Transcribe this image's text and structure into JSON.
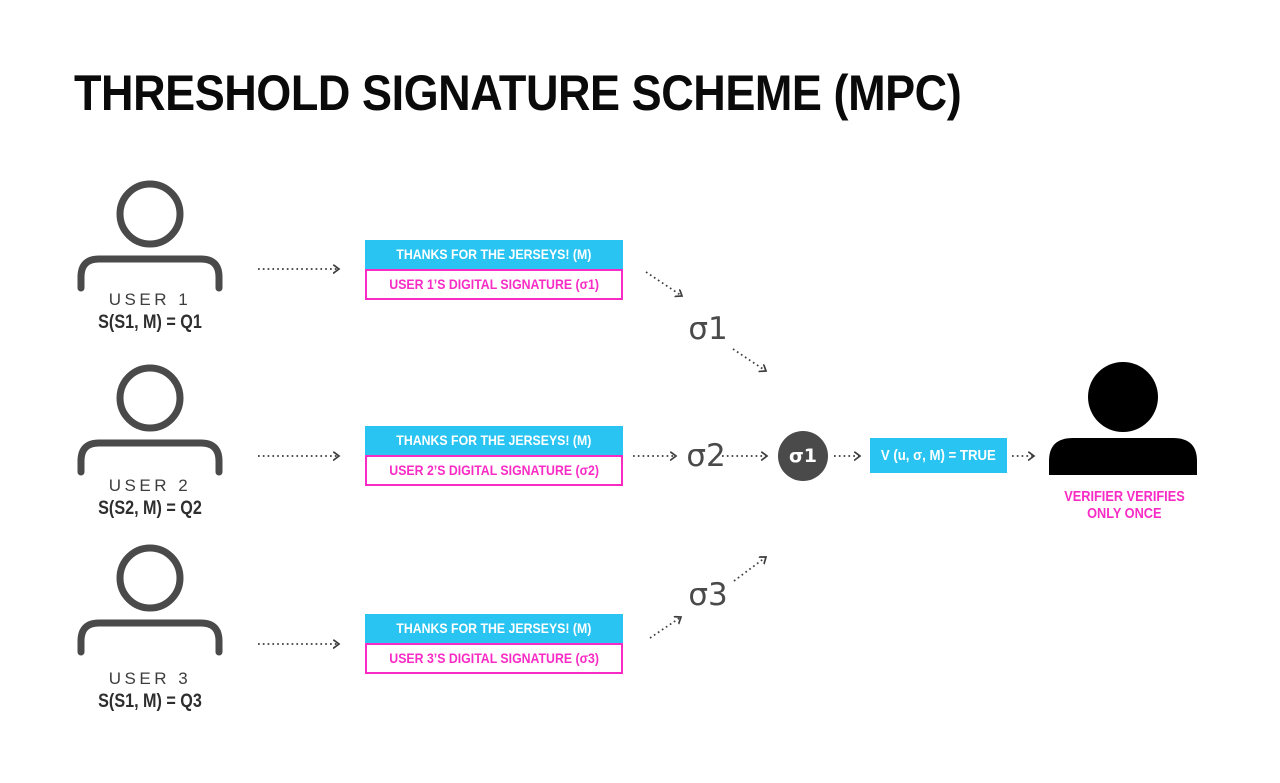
{
  "title": "THRESHOLD SIGNATURE SCHEME (MPC)",
  "colors": {
    "cyan": "#29C4F2",
    "magenta": "#F92BC5",
    "dark_gray": "#4A4A4A",
    "arrow_gray": "#3D3D3D",
    "title_black": "#0A0A0A"
  },
  "icons": {
    "user": "person-outline-icon",
    "verifier": "person-filled-icon"
  },
  "users": [
    {
      "name": "USER 1",
      "formula": "S(S1, M) = Q1",
      "message": "THANKS FOR THE JERSEYS! (M)",
      "signature": "USER 1’S DIGITAL SIGNATURE (σ1)",
      "sigma": "σ1"
    },
    {
      "name": "USER 2",
      "formula": "S(S2, M) = Q2",
      "message": "THANKS FOR THE JERSEYS! (M)",
      "signature": "USER 2’S DIGITAL SIGNATURE (σ2)",
      "sigma": "σ2"
    },
    {
      "name": "USER 3",
      "formula": "S(S1, M) = Q3",
      "message": "THANKS FOR THE JERSEYS! (M)",
      "signature": "USER 3’S DIGITAL SIGNATURE (σ3)",
      "sigma": "σ3"
    }
  ],
  "aggregate": {
    "label": "σ1"
  },
  "verification": {
    "label": "V (u, σ, M) = TRUE"
  },
  "verifier": {
    "caption_line1": "VERIFIER VERIFIES",
    "caption_line2": "ONLY ONCE"
  }
}
